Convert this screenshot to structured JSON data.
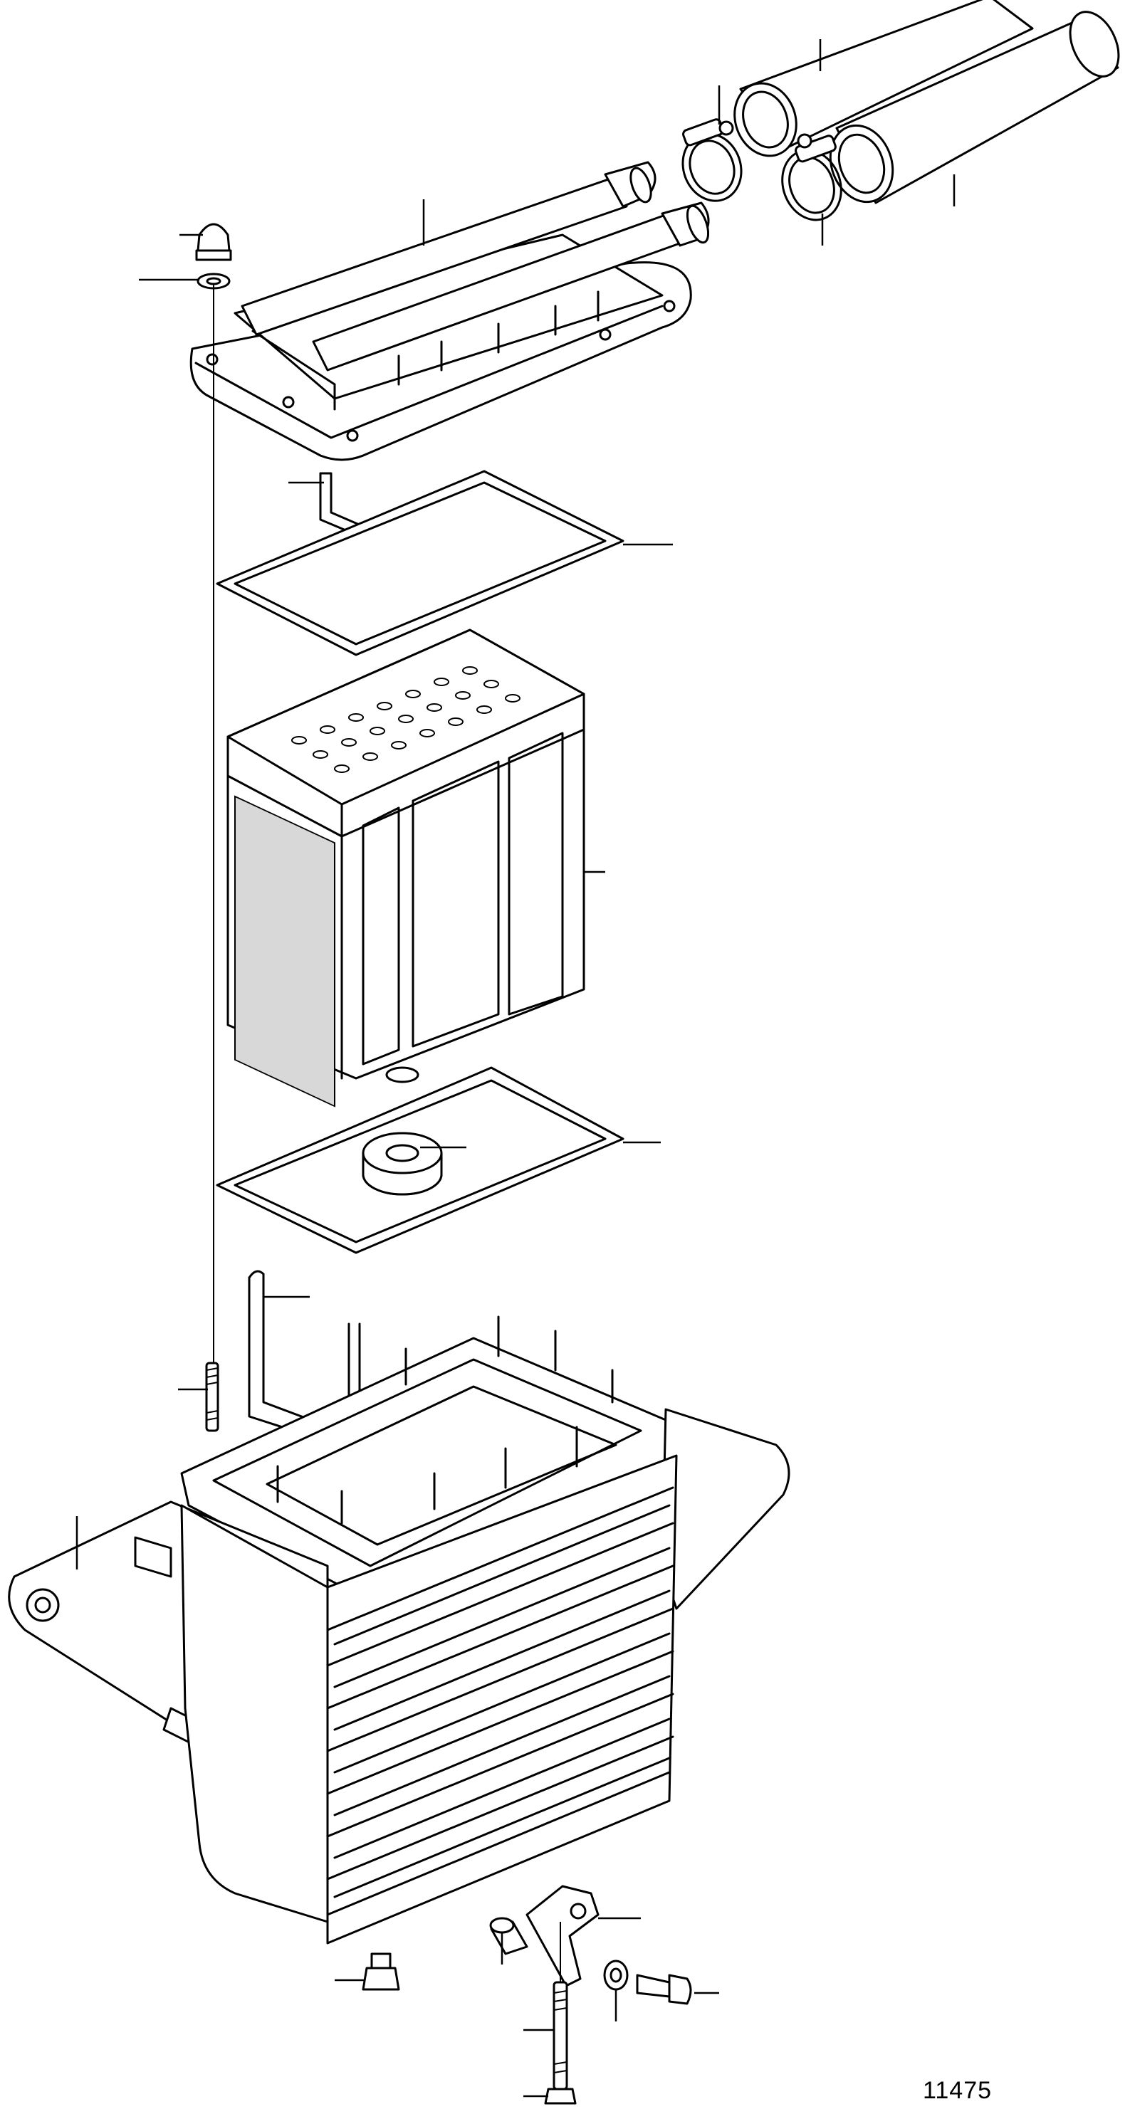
{
  "figure": {
    "number": "11475"
  },
  "parts": [
    {
      "name": "upper-cover-with-pipes"
    },
    {
      "name": "hose-left"
    },
    {
      "name": "hose-right"
    },
    {
      "name": "hose-clamp-left"
    },
    {
      "name": "hose-clamp-right"
    },
    {
      "name": "cap-nut"
    },
    {
      "name": "washer"
    },
    {
      "name": "upper-gasket"
    },
    {
      "name": "upper-u-pipe"
    },
    {
      "name": "cooler-core"
    },
    {
      "name": "lower-gasket"
    },
    {
      "name": "rubber-grommet"
    },
    {
      "name": "lower-u-pipe"
    },
    {
      "name": "stud"
    },
    {
      "name": "housing"
    },
    {
      "name": "drain-plug"
    },
    {
      "name": "bracket"
    },
    {
      "name": "spacer"
    },
    {
      "name": "lock-washer"
    },
    {
      "name": "flange-screw"
    },
    {
      "name": "bottom-stud"
    },
    {
      "name": "bottom-nut"
    }
  ],
  "colors": {
    "line": "#000000",
    "background": "#ffffff"
  }
}
